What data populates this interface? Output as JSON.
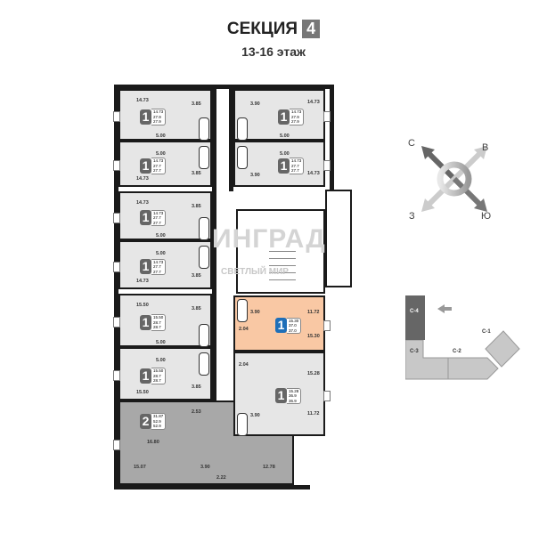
{
  "header": {
    "section_label": "СЕКЦИЯ",
    "section_number": "4",
    "floors": "13-16 этаж"
  },
  "watermark": {
    "brand": "ИНГРАД",
    "sub": "СВЕТЛЫЙ МИР"
  },
  "colors": {
    "apartment": "#e6e6e6",
    "two_room": "#a8a8a8",
    "highlight": "#f9c8a4",
    "badge": "#666666",
    "badge_selected": "#1f6fb8"
  },
  "apartments": [
    {
      "rooms": "1",
      "areas": [
        "14.73",
        "27.9",
        "27.9"
      ],
      "living": "14.73",
      "kitchen": "5.00",
      "bath": "3.85"
    },
    {
      "rooms": "1",
      "areas": [
        "14.73",
        "27.7",
        "27.7"
      ],
      "living": "14.73",
      "kitchen": "5.00",
      "bath": "3.85"
    },
    {
      "rooms": "1",
      "areas": [
        "14.73",
        "27.7",
        "27.7"
      ],
      "living": "14.73",
      "kitchen": "5.00",
      "bath": "3.85"
    },
    {
      "rooms": "1",
      "areas": [
        "14.73",
        "27.7",
        "27.7"
      ],
      "living": "14.73",
      "kitchen": "5.00",
      "bath": "3.85"
    },
    {
      "rooms": "1",
      "areas": [
        "15.50",
        "28.7",
        "28.7"
      ],
      "living": "15.50",
      "kitchen": "5.00",
      "bath": "3.85"
    },
    {
      "rooms": "1",
      "areas": [
        "15.50",
        "28.7",
        "28.7"
      ],
      "living": "15.50",
      "kitchen": "5.00",
      "bath": "3.85"
    },
    {
      "rooms": "1",
      "areas": [
        "14.73",
        "27.9",
        "27.9"
      ],
      "living": "14.73",
      "kitchen": "5.00",
      "bath": "3.90"
    },
    {
      "rooms": "1",
      "areas": [
        "14.73",
        "27.7",
        "27.7"
      ],
      "living": "14.73",
      "kitchen": "5.00",
      "bath": "3.90"
    },
    {
      "rooms": "1",
      "areas": [
        "15.30",
        "37.0",
        "37.0"
      ],
      "living": "15.30",
      "kitchen": "11.72",
      "bath": "3.90",
      "hall": "2.04",
      "selected": true
    },
    {
      "rooms": "1",
      "areas": [
        "15.28",
        "36.9",
        "36.9"
      ],
      "living": "15.28",
      "kitchen": "11.72",
      "bath": "3.90",
      "hall": "2.04"
    },
    {
      "rooms": "2",
      "areas": [
        "31.87",
        "52.9",
        "52.9"
      ],
      "living": "16.80",
      "living2": "15.07",
      "kitchen": "12.78",
      "bath": "3.90",
      "wc": "2.22",
      "storage": "2.53"
    }
  ],
  "compass": {
    "n": "С",
    "e": "В",
    "w": "З",
    "s": "Ю"
  },
  "keymap": {
    "sections": [
      "С-1",
      "С-2",
      "С-3",
      "С-4"
    ],
    "current": "С-4"
  }
}
